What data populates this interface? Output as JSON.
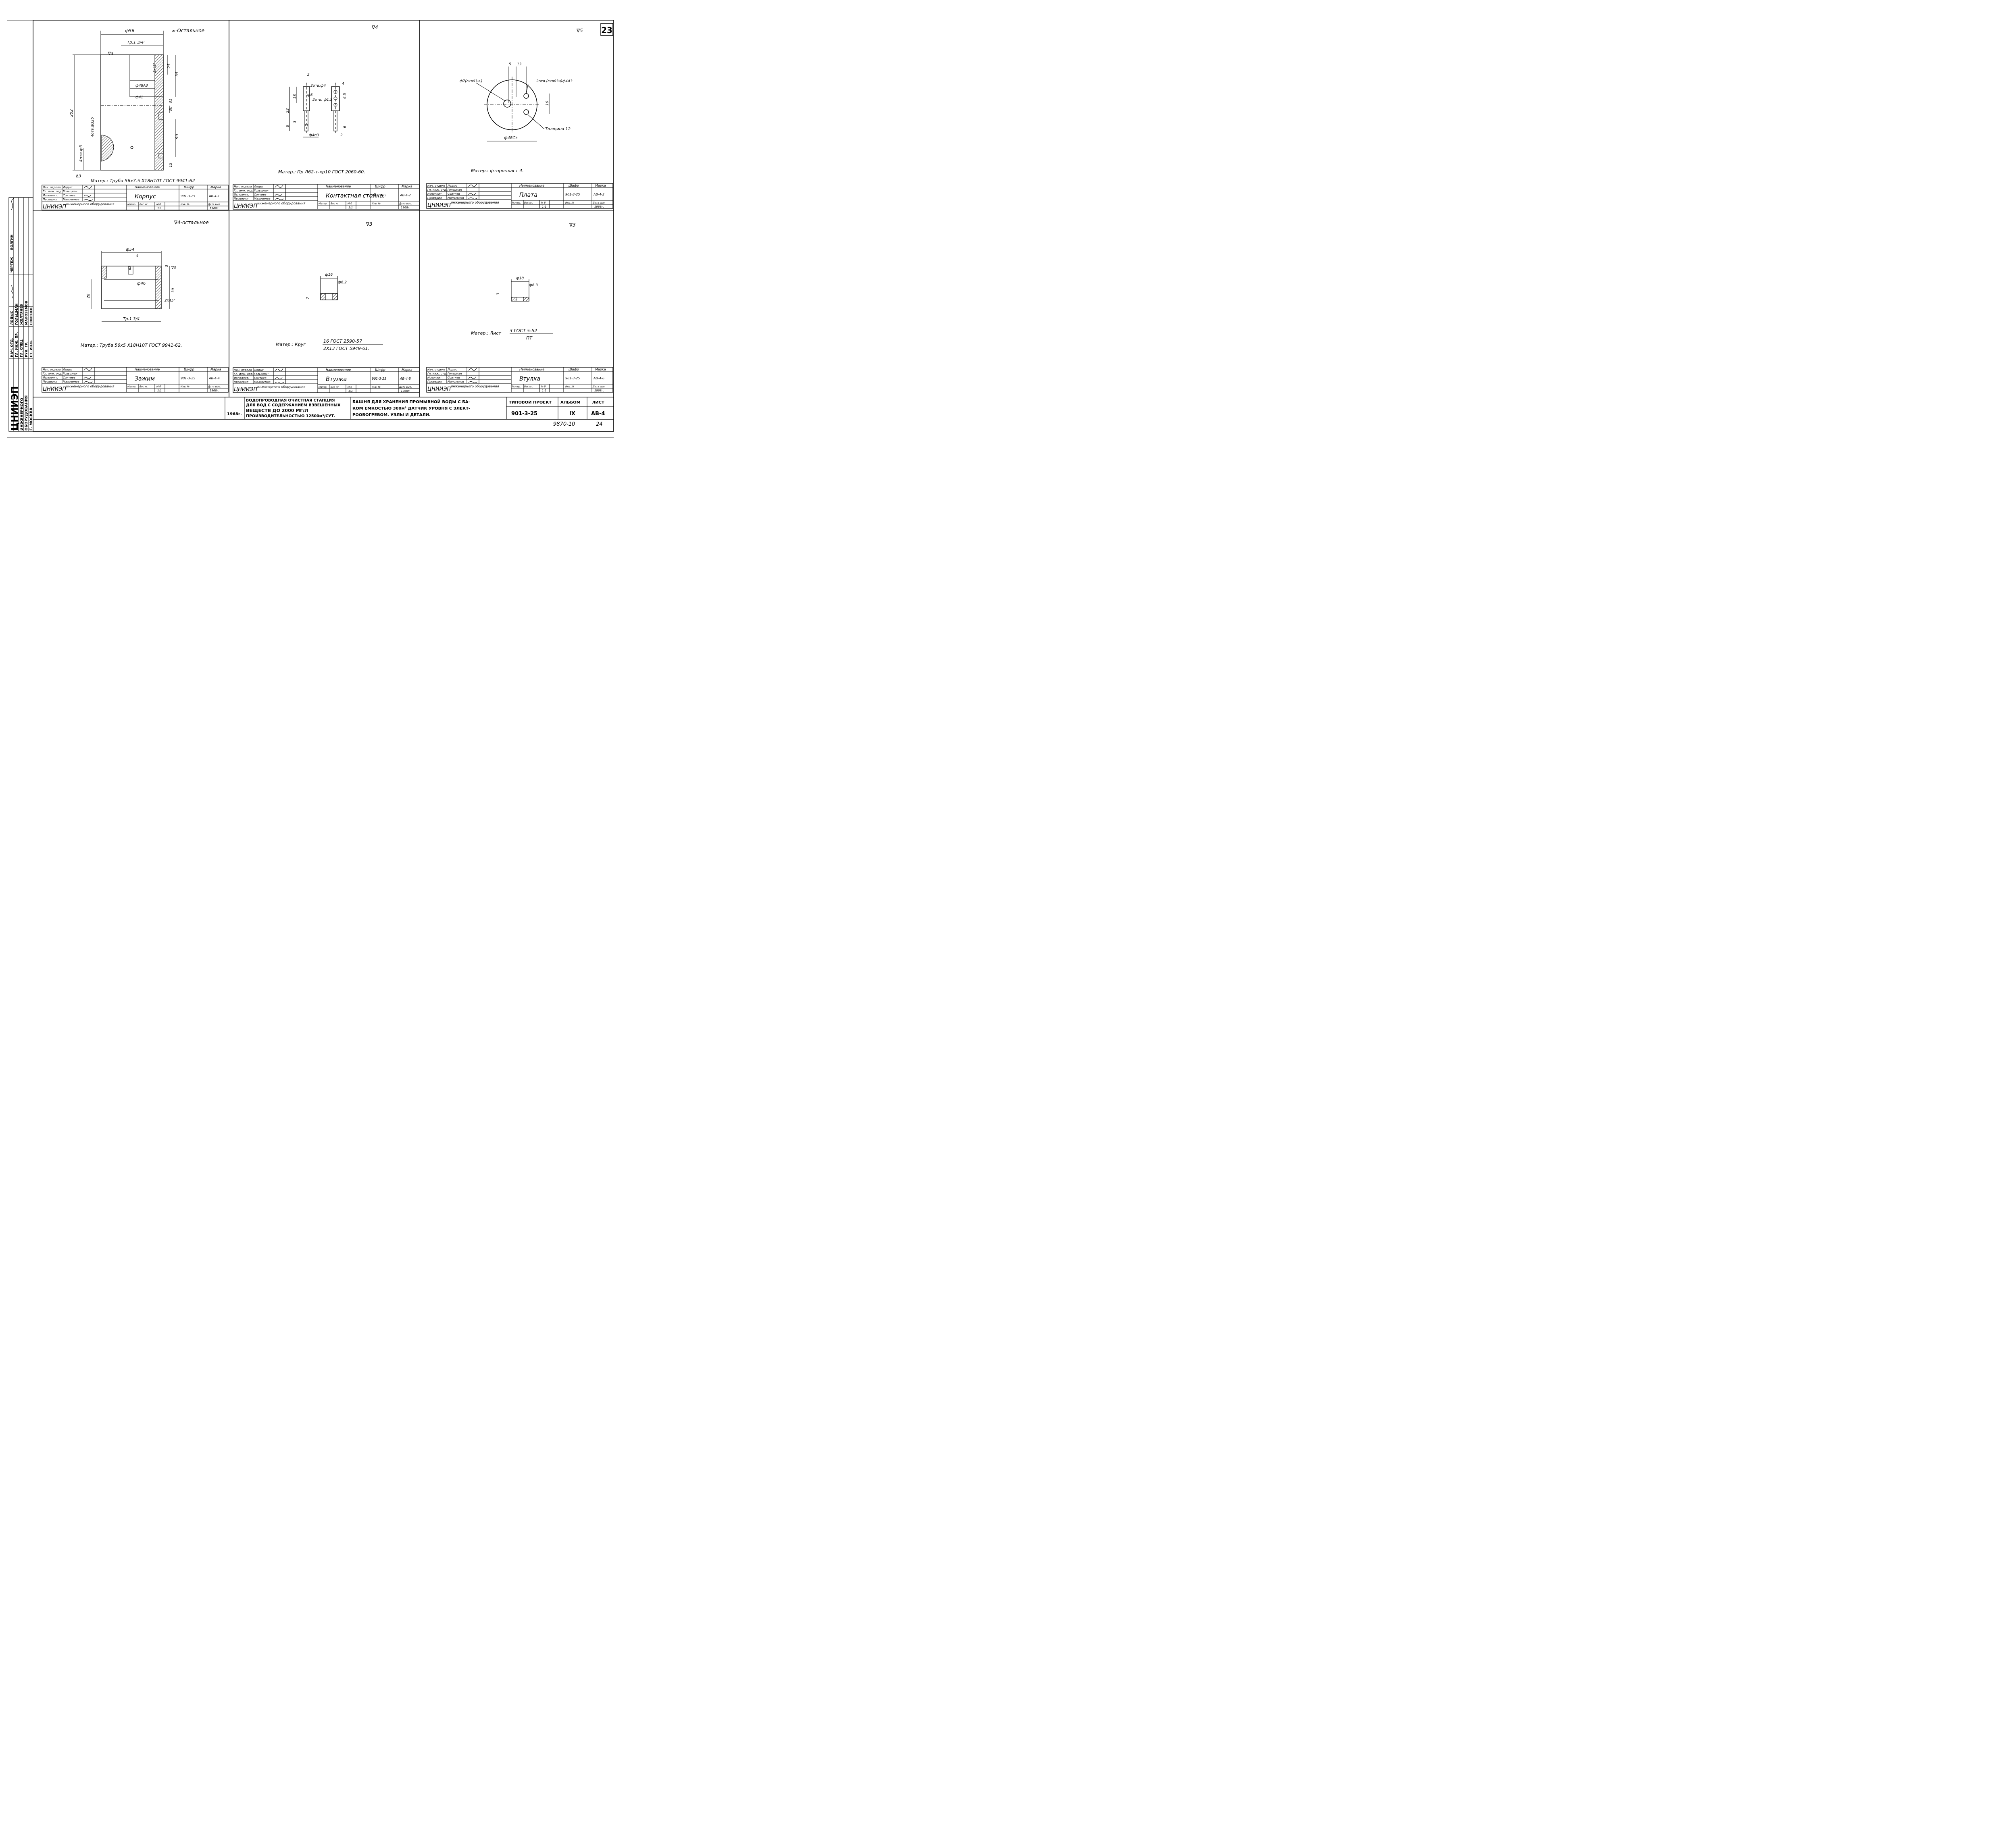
{
  "sheet": {
    "number": "23",
    "doc_number": "9870-10",
    "page_bottom": "24",
    "year": "1968г."
  },
  "side_stamp": {
    "org_main": "ЦНИИЭП",
    "org_sub1": "ИНЖЕНЕРНОГО",
    "org_sub2": "ОБОРУДОВАНИЯ",
    "org_city": "Г. МОСКВА",
    "rows": [
      {
        "role": "НАЧ. ОТД.",
        "name": "ЛОДЫС"
      },
      {
        "role": "ГЛ. ИНЖ. ПР.",
        "name": "ГОЛЬЦМАН"
      },
      {
        "role": "ГЛ. СПЕЦ.",
        "name": "ЖЕЛТЯНЕВ"
      },
      {
        "role": "РУК. ГР.",
        "name": "МАЛОЗЕМОВ"
      },
      {
        "role": "СТ. ИНЖ.",
        "name": "СОИТНЕВ"
      }
    ],
    "drawn_label": "ЧЕРТЕЖ",
    "drawn_name": "ВОЛГИН"
  },
  "common_block": {
    "role1": "Нач. отдела",
    "role2": "Гл. инж. отд.",
    "role3": "Исполнит.",
    "role4": "Проверил",
    "name1": "Лодыс",
    "name2": "Гольцман",
    "name3": "Соитнев",
    "name4": "Малоземов",
    "org": "ЦНИИЭП",
    "org_sub": "инженерного оборудования",
    "h_name": "Наименование",
    "h_code": "Шифр",
    "h_mark": "Марка",
    "h_mater": "Матер.",
    "h_weight": "Вес кг.",
    "h_scale": "М-б",
    "h_inv": "Инв. №",
    "h_date": "Дата вып.",
    "scale": "1:1",
    "code": "901-3-25"
  },
  "parts": [
    {
      "id": "korpus",
      "name": "Корпус",
      "mark": "АВ-4-1",
      "finish": "∇3",
      "finish_rest": "∞-Остальное",
      "material": "Матер.: Труба 56х7.5 Х18Н10Т ГОСТ 9941-62",
      "dims": [
        "ф56",
        "Тр.1 3/4\"",
        "ф48А3",
        "ф41",
        "202",
        "25",
        "35",
        "30",
        "90",
        "15",
        "25",
        "4отв.ф3",
        "2х45°",
        "R2",
        "∆3"
      ]
    },
    {
      "id": "stoika",
      "name": "Контактная стойка.",
      "mark": "АВ-4-2",
      "finish": "∇4",
      "material": "Матер.: Пр Л62-т-кр10 ГОСТ 2060-60.",
      "dims": [
        "2",
        "2отв.ф4",
        "ф8",
        "2отв. ф1.5",
        "18",
        "22",
        "3",
        "9",
        "4",
        "6.5",
        "6",
        "ф4п3",
        "2"
      ]
    },
    {
      "id": "plata",
      "name": "Плата",
      "mark": "АВ-4-3",
      "finish": "∇5",
      "material": "Матер.: фторопласт 4.",
      "dims": [
        "5",
        "13",
        "ф7(скв03н.)",
        "2отв.(скв03н)ф4А3",
        "16",
        "ф48Сз",
        "Толщина 12"
      ]
    },
    {
      "id": "zazhim",
      "name": "Зажим",
      "mark": "АВ-4-4",
      "finish": "∇4-остальное",
      "material": "Матер.: Труба 56х5 Х18Н10Т ГОСТ 9941-62.",
      "dims": [
        "ф54",
        "4",
        "∆3",
        "5",
        "∇3",
        "ф46",
        "28",
        "30",
        "2х45°",
        "Тр.1 3/4"
      ]
    },
    {
      "id": "vtulka1",
      "name": "Втулка",
      "mark": "АВ-4-5",
      "finish": "∇3",
      "material_prefix": "Матер.: Круг",
      "material_num": "16 ГОСТ 2590-57",
      "material_den": "2Х13 ГОСТ 5949-61.",
      "dims": [
        "ф16",
        "ф6.2",
        "7"
      ]
    },
    {
      "id": "vtulka2",
      "name": "Втулка",
      "mark": "АВ-4-6",
      "finish": "∇3",
      "material_prefix": "Матер.: Лист",
      "material_num": "3 ГОСТ 5-52",
      "material_den": "ПТ",
      "dims": [
        "ф18",
        "ф6.3",
        "3"
      ]
    }
  ],
  "main_title": {
    "year": "1968г.",
    "project_line1": "ВОДОПРОВОДНАЯ ОЧИСТНАЯ СТАНЦИЯ",
    "project_line2": "ДЛЯ ВОД С СОДЕРЖАНИЕМ ВЗВЕШЕННЫХ",
    "project_line3": "ВЕЩЕСТВ ДО 2000 МГ/Л",
    "project_line4": "ПРОИЗВОДИТЕЛЬНОСТЬЮ 12500м³/СУТ.",
    "object_line1": "БАШНЯ ДЛЯ ХРАНЕНИЯ ПРОМЫВНОЙ ВОДЫ С БА-",
    "object_line2": "КОМ ЕМКОСТЬЮ 300м³ ДАТЧИК УРОВНЯ С ЭЛЕКТ-",
    "object_line3": "РООБОГРЕВОМ. УЗЛЫ И ДЕТАЛИ.",
    "typ_label": "ТИПОВОЙ ПРОЕКТ",
    "typ_value": "901-3-25",
    "album_label": "АЛЬБОМ",
    "album_value": "IX",
    "sheet_label": "ЛИСТ",
    "sheet_value": "АВ-4"
  }
}
